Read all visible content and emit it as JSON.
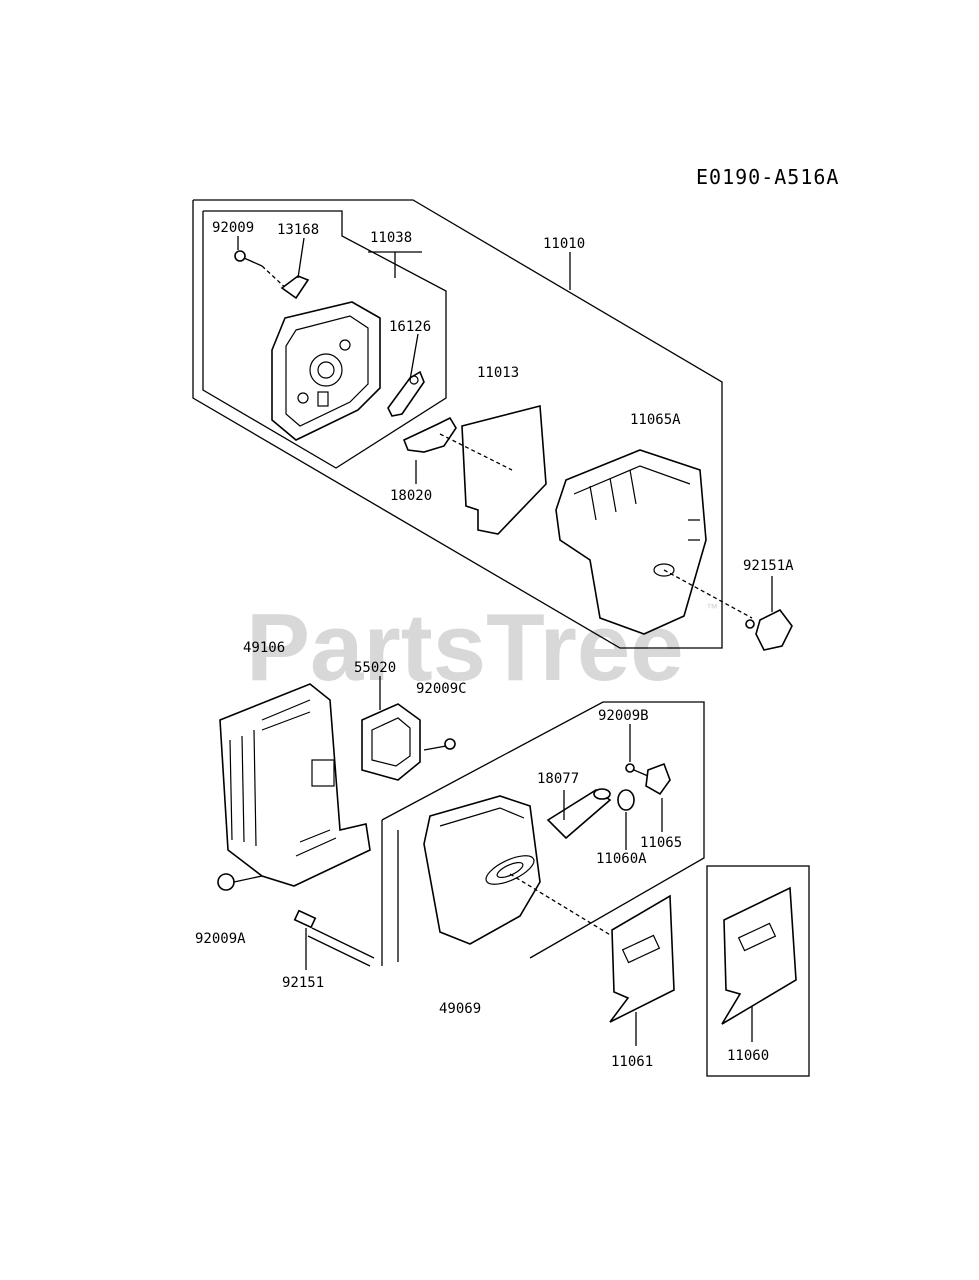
{
  "diagram_code": "E0190-A516A",
  "watermark": {
    "text": "PartsTree",
    "trademark": "™"
  },
  "labels": {
    "p92009": "92009",
    "p13168": "13168",
    "p11038": "11038",
    "p11010": "11010",
    "p16126": "16126",
    "p11013": "11013",
    "p11065A": "11065A",
    "p18020": "18020",
    "p92151A": "92151A",
    "p49106": "49106",
    "p55020": "55020",
    "p92009C": "92009C",
    "p92009B": "92009B",
    "p18077": "18077",
    "p11065": "11065",
    "p11060A": "11060A",
    "p92009A": "92009A",
    "p92151": "92151",
    "p49069": "49069",
    "p11061": "11061",
    "p11060": "11060"
  }
}
